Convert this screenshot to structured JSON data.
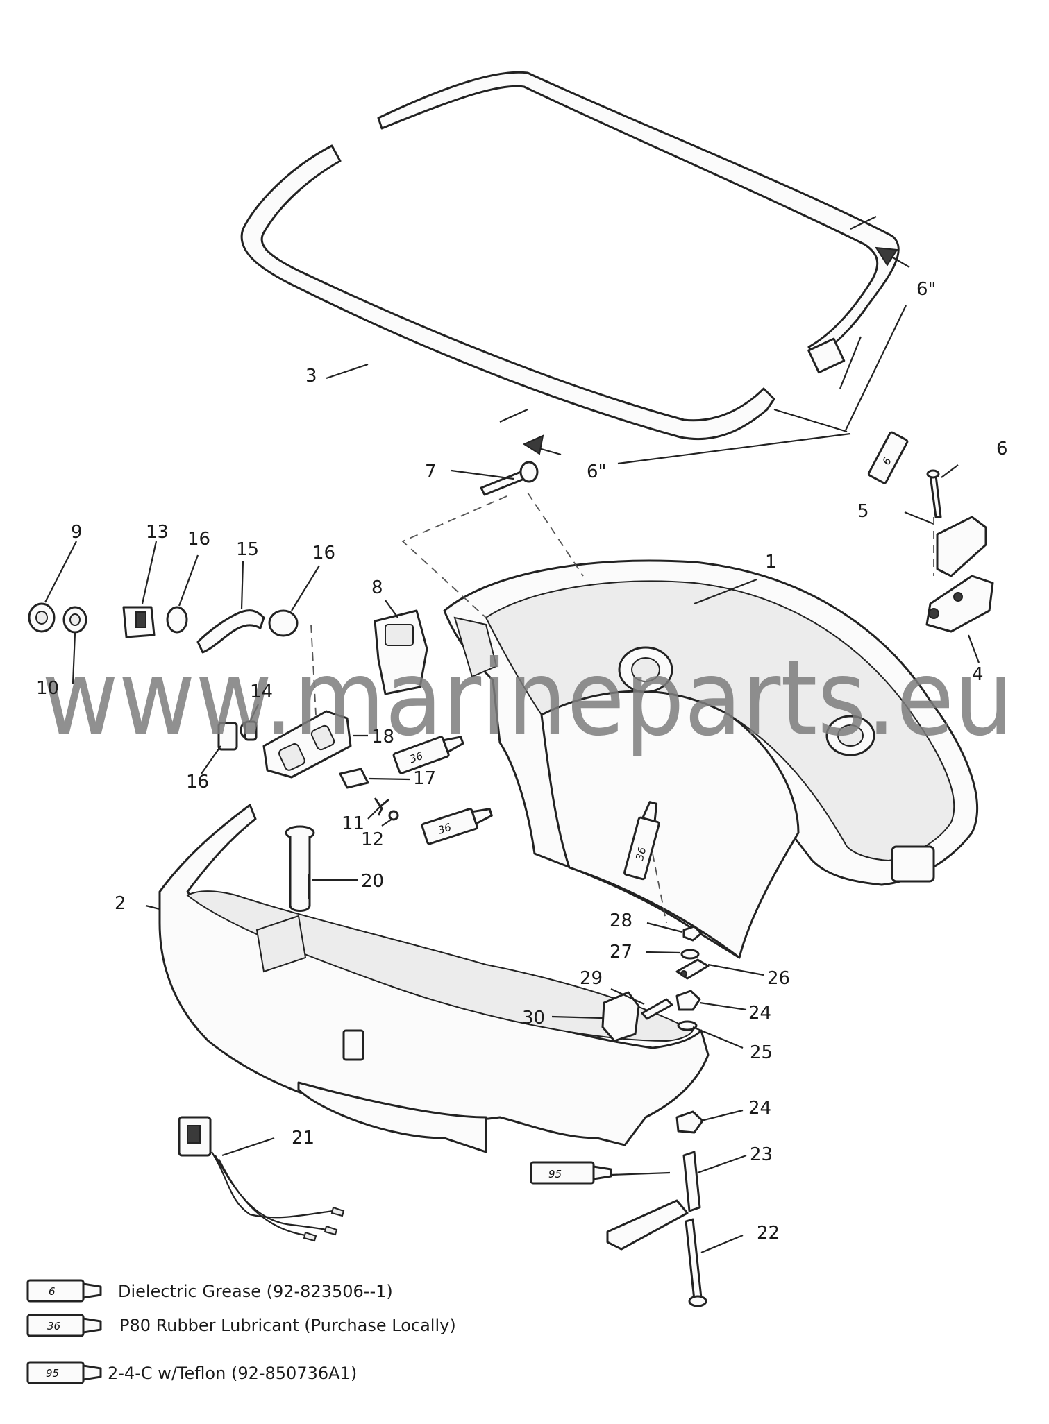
{
  "watermark": "www.marineparts.eu",
  "callouts": [
    "1",
    "2",
    "3",
    "4",
    "5",
    "6",
    "7",
    "8",
    "9",
    "10",
    "11",
    "12",
    "13",
    "14",
    "15",
    "16",
    "16",
    "16",
    "17",
    "18",
    "20",
    "21",
    "22",
    "23",
    "24",
    "24",
    "25",
    "26",
    "27",
    "28",
    "29",
    "30"
  ],
  "dimensions": {
    "left_spacing": "6\"",
    "right_spacing": "6\""
  },
  "tube_labels": {
    "grease": "6",
    "lubricant": "36",
    "teflon": "95"
  },
  "legend": [
    {
      "number": "6",
      "text": "Dielectric Grease (92-823506--1)"
    },
    {
      "number": "36",
      "text": "P80 Rubber Lubricant (Purchase Locally)"
    },
    {
      "number": "95",
      "text": "2-4-C w/Teflon (92-850736A1)"
    }
  ]
}
